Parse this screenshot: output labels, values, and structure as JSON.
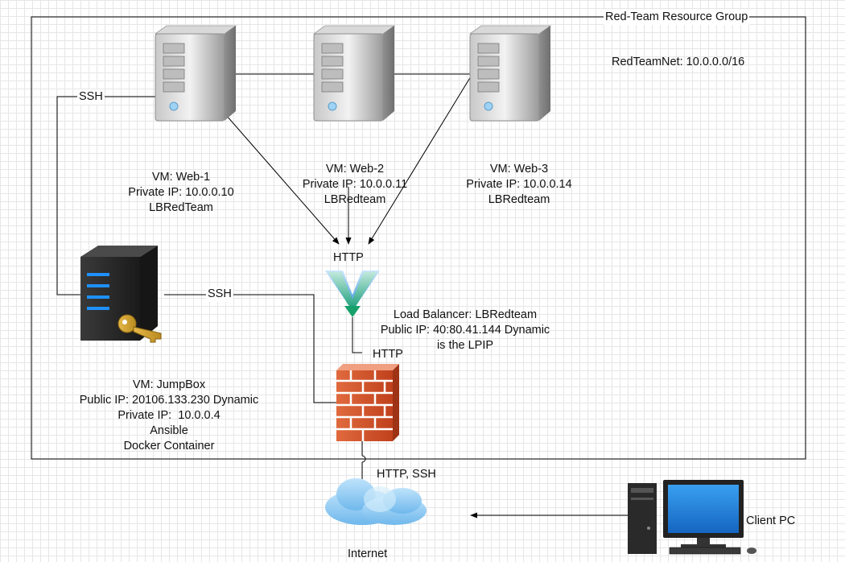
{
  "group": {
    "title": "Red-Team Resource Group",
    "network": "RedTeamNet: 10.0.0.0/16"
  },
  "vms": [
    {
      "lines": [
        "VM: Web-1",
        "Private IP: 10.0.0.10",
        "LBRedTeam"
      ]
    },
    {
      "lines": [
        "VM: Web-2",
        "Private IP: 10.0.0.11",
        "LBRedteam"
      ]
    },
    {
      "lines": [
        "VM: Web-3",
        "Private IP: 10.0.0.14",
        "LBRedteam"
      ]
    }
  ],
  "jumpbox": {
    "lines": [
      "VM: JumpBox",
      "Public IP: 20106.133.230 Dynamic",
      "Private IP:  10.0.0.4",
      "Ansible",
      "Docker Container"
    ]
  },
  "load_balancer": {
    "http_in": "HTTP",
    "lines": [
      "Load Balancer: LBRedteam",
      "Public IP: 40:80.41.144 Dynamic",
      "is the LPIP"
    ]
  },
  "links": {
    "ssh_web1": "SSH",
    "ssh_jumpbox": "SSH",
    "http_fw": "HTTP",
    "http_ssh_internet": "HTTP, SSH"
  },
  "internet": {
    "label": "Internet"
  },
  "client": {
    "label": "Client PC"
  },
  "colors": {
    "server_body": "#a9a9a9",
    "jumpbox_body": "#2b2b2b",
    "jumpbox_light": "#1e90ff",
    "brick": "#d9532b",
    "cloud": "#8ec9f2",
    "monitor_screen": "#1f7fd6",
    "lb_green": "#2ab27b",
    "lb_blue": "#4aa8e6"
  }
}
